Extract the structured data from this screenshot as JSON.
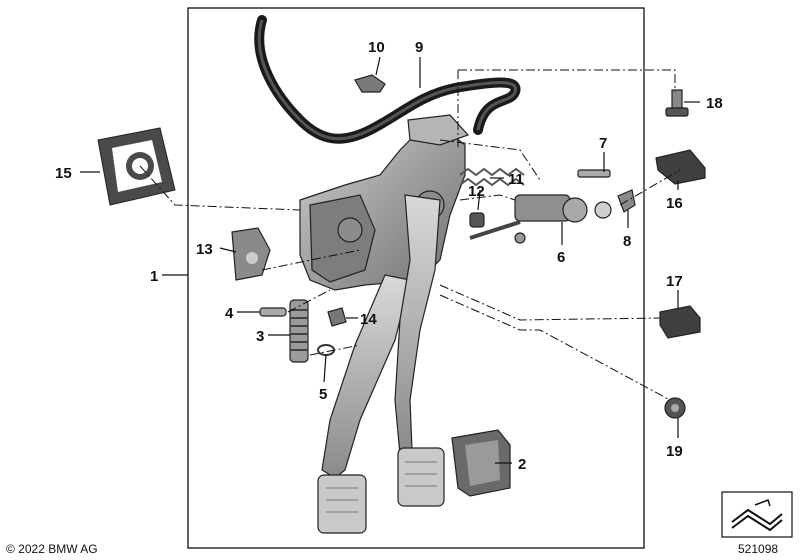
{
  "copyright": "© 2022 BMW AG",
  "diagram_number": "521098",
  "callouts": [
    {
      "id": "c1",
      "text": "1"
    },
    {
      "id": "c2",
      "text": "2"
    },
    {
      "id": "c3",
      "text": "3"
    },
    {
      "id": "c4",
      "text": "4"
    },
    {
      "id": "c5",
      "text": "5"
    },
    {
      "id": "c6",
      "text": "6"
    },
    {
      "id": "c7",
      "text": "7"
    },
    {
      "id": "c8",
      "text": "8"
    },
    {
      "id": "c9",
      "text": "9"
    },
    {
      "id": "c10",
      "text": "10"
    },
    {
      "id": "c11",
      "text": "11"
    },
    {
      "id": "c12",
      "text": "12"
    },
    {
      "id": "c13",
      "text": "13"
    },
    {
      "id": "c14",
      "text": "14"
    },
    {
      "id": "c15",
      "text": "15"
    },
    {
      "id": "c16",
      "text": "16"
    },
    {
      "id": "c17",
      "text": "17"
    },
    {
      "id": "c18",
      "text": "18"
    },
    {
      "id": "c19",
      "text": "19"
    }
  ],
  "colors": {
    "part_fill": "#9a9a9a",
    "part_dark": "#5e5e5e",
    "part_light": "#c8c8c8",
    "line": "#111111"
  }
}
